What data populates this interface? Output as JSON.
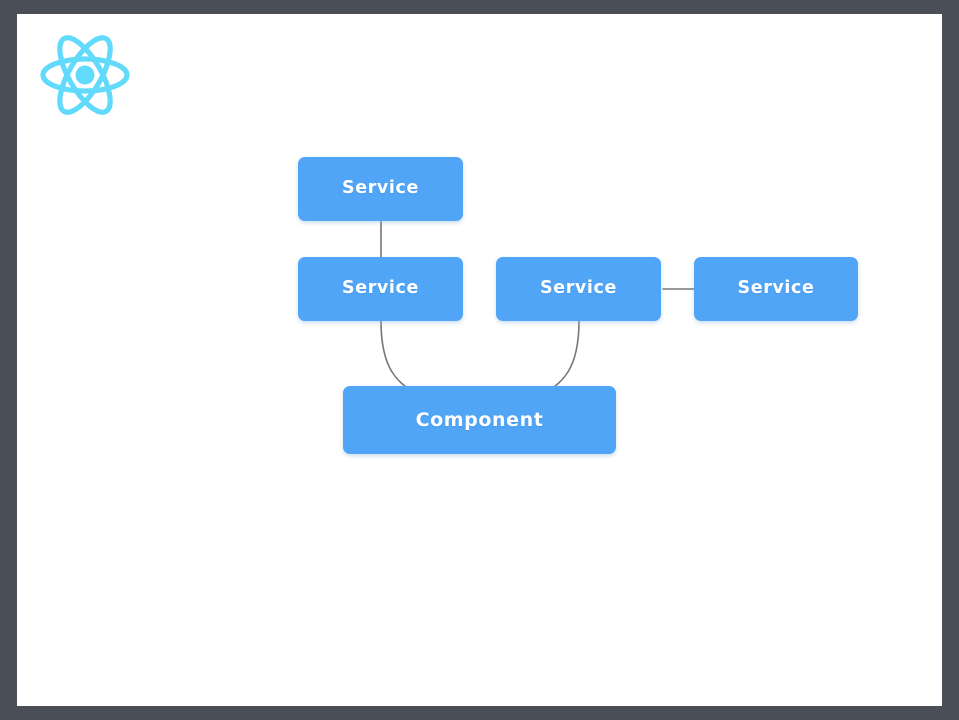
{
  "slide": {
    "background_color": "#4a4f57",
    "canvas_color": "#ffffff",
    "logo": {
      "name": "react-logo",
      "color": "#61dafb",
      "alt_text": "React"
    }
  },
  "diagram": {
    "type": "node-link",
    "node_color": "#50a5f7",
    "node_text_color": "#ffffff",
    "edge_color": "#777777",
    "nodes": [
      {
        "id": "svc-1",
        "label": "Service",
        "kind": "service"
      },
      {
        "id": "svc-2",
        "label": "Service",
        "kind": "service"
      },
      {
        "id": "svc-3",
        "label": "Service",
        "kind": "service"
      },
      {
        "id": "svc-4",
        "label": "Service",
        "kind": "service"
      },
      {
        "id": "cmp-1",
        "label": "Component",
        "kind": "component"
      }
    ],
    "edges": [
      {
        "from": "svc-1",
        "to": "svc-2",
        "style": "straight-vertical"
      },
      {
        "from": "svc-3",
        "to": "svc-4",
        "style": "straight-horizontal"
      },
      {
        "from": "svc-2",
        "to": "cmp-1",
        "style": "curve"
      },
      {
        "from": "svc-3",
        "to": "cmp-1",
        "style": "curve"
      }
    ]
  }
}
